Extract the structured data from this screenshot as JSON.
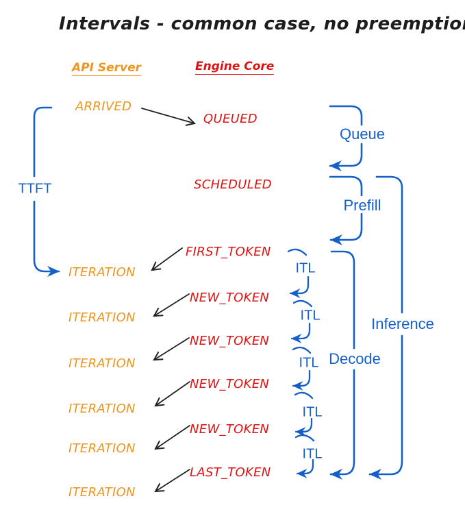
{
  "title": "Intervals - common case, no preemptions",
  "columns": {
    "api_server": "API Server",
    "engine_core": "Engine Core"
  },
  "api_events": {
    "arrived": "ARRIVED",
    "iterations": [
      "ITERATION",
      "ITERATION",
      "ITERATION",
      "ITERATION",
      "ITERATION",
      "ITERATION"
    ]
  },
  "engine_events": {
    "queued": "QUEUED",
    "scheduled": "SCHEDULED",
    "first_token": "FIRST_TOKEN",
    "new_tokens": [
      "NEW_TOKEN",
      "NEW_TOKEN",
      "NEW_TOKEN",
      "NEW_TOKEN"
    ],
    "last_token": "LAST_TOKEN"
  },
  "intervals": {
    "ttft": "TTFT",
    "queue": "Queue",
    "prefill": "Prefill",
    "itl": [
      "ITL",
      "ITL",
      "ITL",
      "ITL",
      "ITL"
    ],
    "decode": "Decode",
    "inference": "Inference"
  },
  "colors": {
    "api_server_orange": "#ef941c",
    "engine_core_red": "#de1212",
    "interval_blue": "#1460c8",
    "arrow_black": "#222222",
    "background": "#ffffff"
  }
}
